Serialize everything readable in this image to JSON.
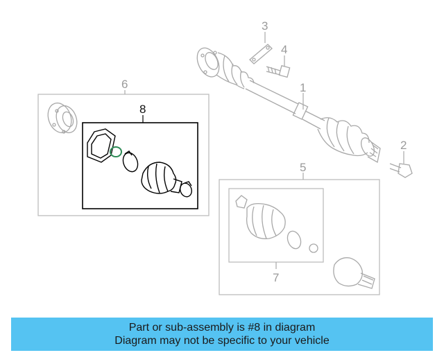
{
  "callouts": {
    "c1": "1",
    "c2": "2",
    "c3": "3",
    "c4": "4",
    "c5": "5",
    "c6": "6",
    "c7": "7",
    "c8": "8"
  },
  "banner": {
    "line1": "Part or sub-assembly is #8 in diagram",
    "line2": "Diagram may not be specific to your vehicle",
    "color": "#55c3f2"
  },
  "colors": {
    "highlight": "#000000",
    "faded": "#a8a8a8",
    "clip_ring": "#2e8b57"
  }
}
